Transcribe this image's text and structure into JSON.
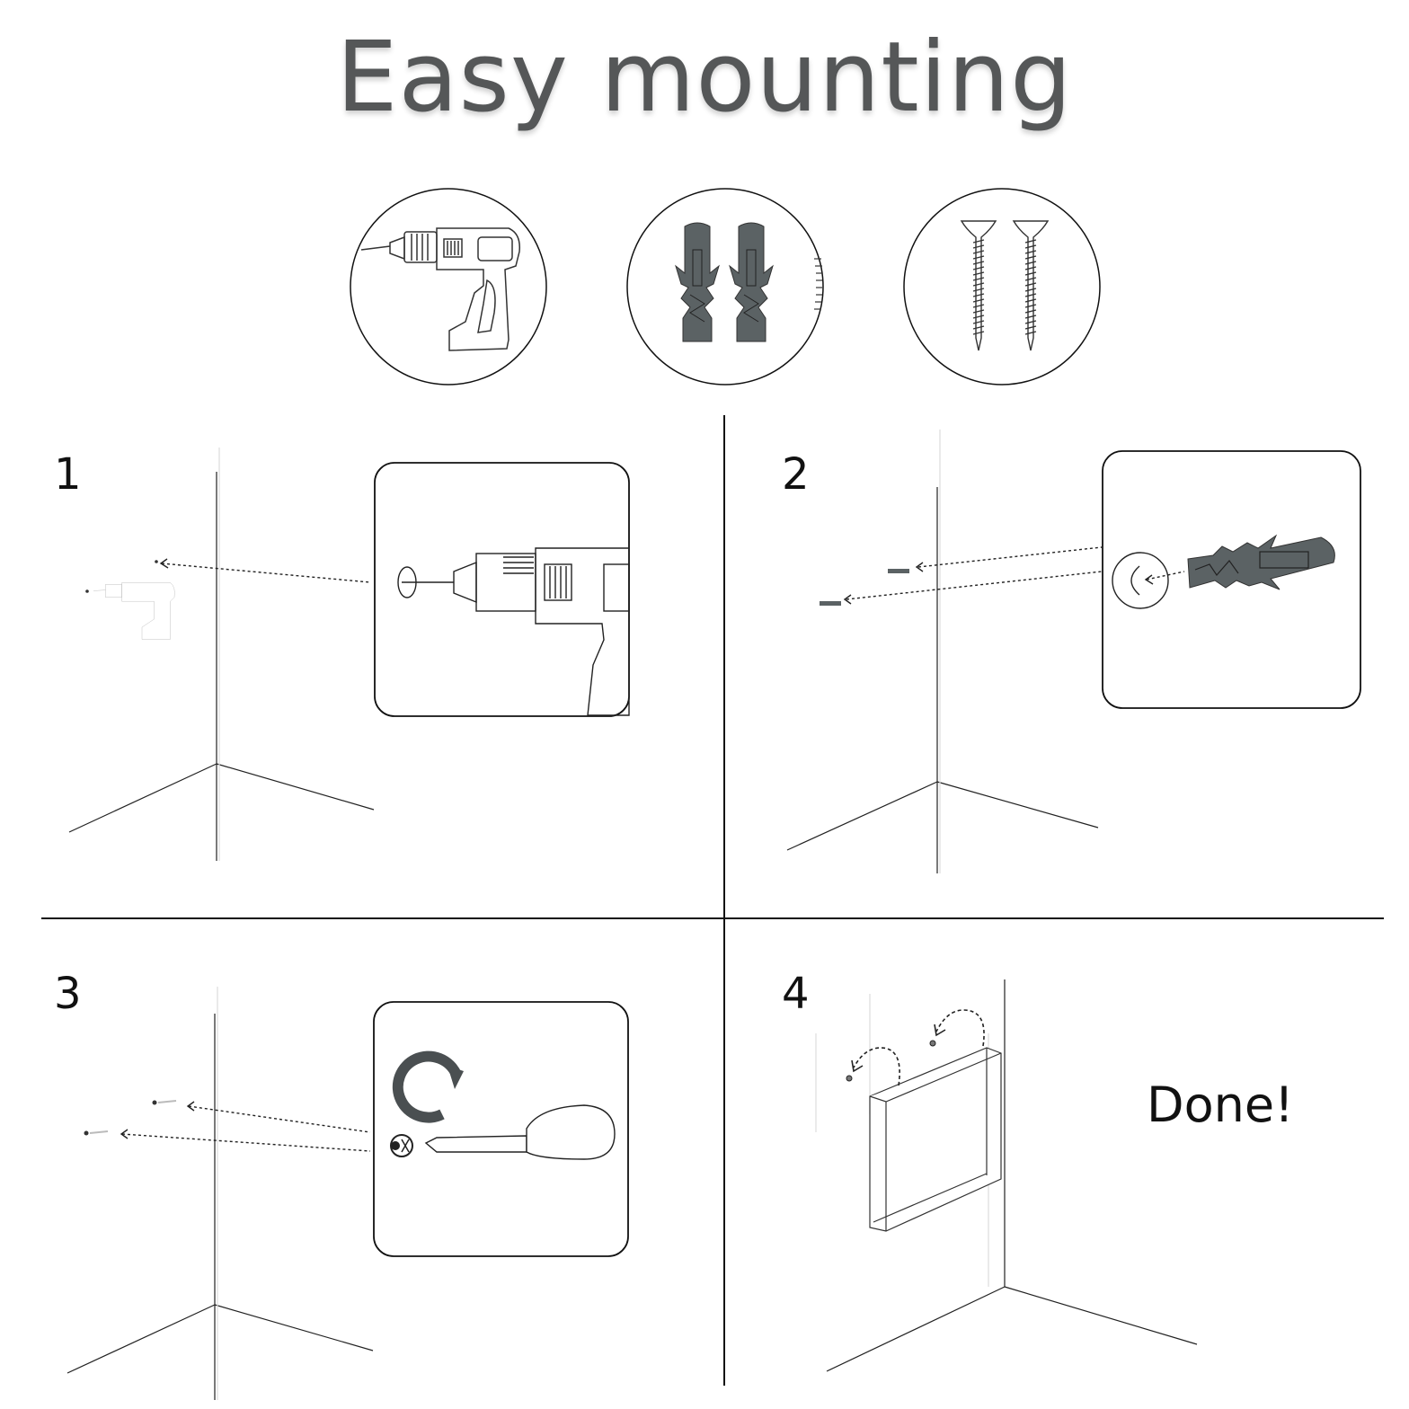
{
  "title": "Easy mounting",
  "tools": [
    {
      "icon": "drill-icon"
    },
    {
      "icon": "wall-plug-icon"
    },
    {
      "icon": "screw-icon"
    }
  ],
  "steps": [
    {
      "number": "1",
      "icon": "drill-hole-icon"
    },
    {
      "number": "2",
      "icon": "insert-plug-icon"
    },
    {
      "number": "3",
      "icon": "screwdriver-icon"
    },
    {
      "number": "4",
      "icon": "hang-frame-icon",
      "text": "Done!"
    }
  ],
  "colors": {
    "title": "#555758",
    "line": "#111111",
    "plug": "#5b6264"
  }
}
